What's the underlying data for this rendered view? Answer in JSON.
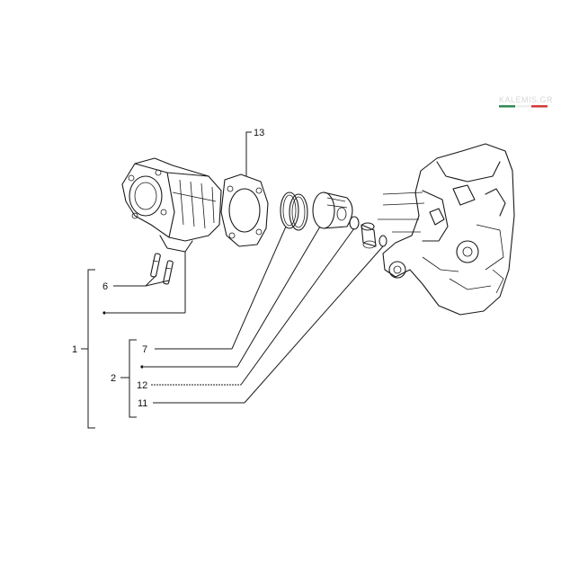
{
  "watermark": {
    "text": "KALEMIS.GR",
    "flag_colors": [
      "#2e8b57",
      "#ffffff",
      "#d23b3b"
    ]
  },
  "callouts": [
    {
      "id": "1",
      "text": "1"
    },
    {
      "id": "2",
      "text": "2"
    },
    {
      "id": "6",
      "text": "6"
    },
    {
      "id": "7",
      "text": "7"
    },
    {
      "id": "11",
      "text": "11"
    },
    {
      "id": "12",
      "text": "12"
    },
    {
      "id": "13",
      "text": "13"
    }
  ],
  "parts": [
    {
      "name": "cylinder-icon"
    },
    {
      "name": "head-gasket-icon"
    },
    {
      "name": "piston-rings-icon"
    },
    {
      "name": "piston-icon"
    },
    {
      "name": "piston-pin-icon"
    },
    {
      "name": "circlip-icon"
    },
    {
      "name": "dowel-pins-icon"
    },
    {
      "name": "crankcase-icon"
    }
  ]
}
